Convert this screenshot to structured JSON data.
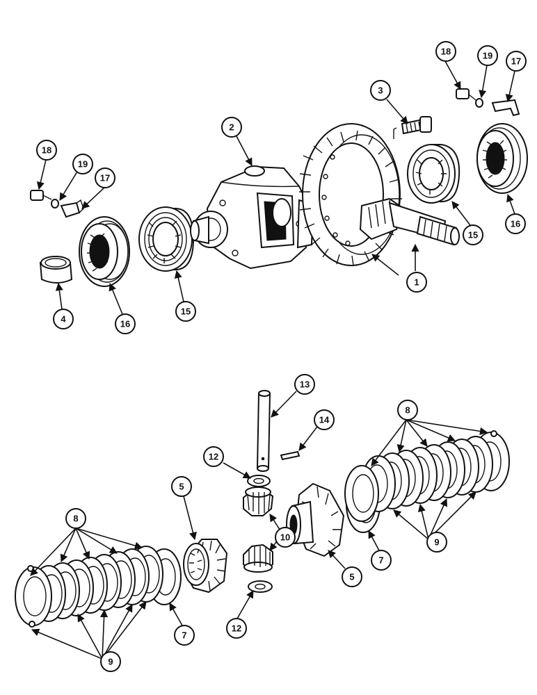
{
  "callouts": {
    "c1": "1",
    "c2": "2",
    "c3": "3",
    "c4": "4",
    "c5a": "5",
    "c5b": "5",
    "c7a": "7",
    "c7b": "7",
    "c8a": "8",
    "c8b": "8",
    "c9a": "9",
    "c9b": "9",
    "c10": "10",
    "c12a": "12",
    "c12b": "12",
    "c13": "13",
    "c14": "14",
    "c15a": "15",
    "c15b": "15",
    "c16a": "16",
    "c16b": "16",
    "c17a": "17",
    "c17b": "17",
    "c18a": "18",
    "c18b": "18",
    "c19a": "19",
    "c19b": "19"
  }
}
